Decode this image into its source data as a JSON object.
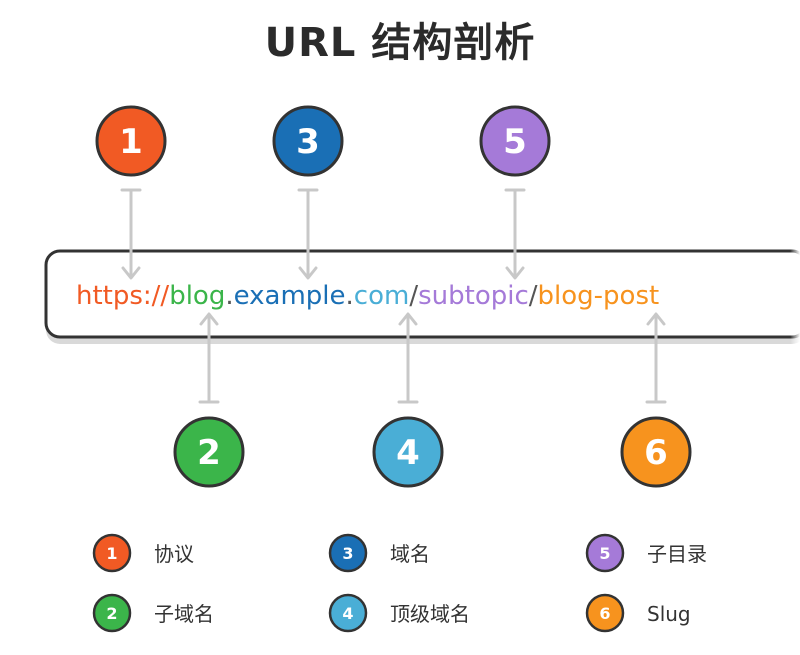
{
  "title": "URL 结构剖析",
  "url_parts": [
    {
      "id": "scheme",
      "text": "https://",
      "color": "#f15a24"
    },
    {
      "id": "subdomain",
      "text": "blog",
      "color": "#3bb54a"
    },
    {
      "id": "dot1",
      "text": ".",
      "color": "#555555"
    },
    {
      "id": "domain",
      "text": "example",
      "color": "#1a6fb5"
    },
    {
      "id": "dot2",
      "text": ".",
      "color": "#555555"
    },
    {
      "id": "tld",
      "text": "com",
      "color": "#4aaed6"
    },
    {
      "id": "slash1",
      "text": "/",
      "color": "#555555"
    },
    {
      "id": "subdir",
      "text": "subtopic",
      "color": "#a57ad8"
    },
    {
      "id": "slash2",
      "text": "/",
      "color": "#555555"
    },
    {
      "id": "slug",
      "text": "blog-post",
      "color": "#f7931e"
    }
  ],
  "markers": [
    {
      "number": "1",
      "color": "#f15a24",
      "position": "top",
      "label": "协议"
    },
    {
      "number": "2",
      "color": "#3bb54a",
      "position": "bottom",
      "label": "子域名"
    },
    {
      "number": "3",
      "color": "#1a6fb5",
      "position": "top",
      "label": "域名"
    },
    {
      "number": "4",
      "color": "#4aaed6",
      "position": "bottom",
      "label": "顶级域名"
    },
    {
      "number": "5",
      "color": "#a57ad8",
      "position": "top",
      "label": "子目录"
    },
    {
      "number": "6",
      "color": "#f7931e",
      "position": "bottom",
      "label": "Slug"
    }
  ],
  "colors": {
    "outline": "#333333",
    "arrow": "#c8c8c8"
  }
}
